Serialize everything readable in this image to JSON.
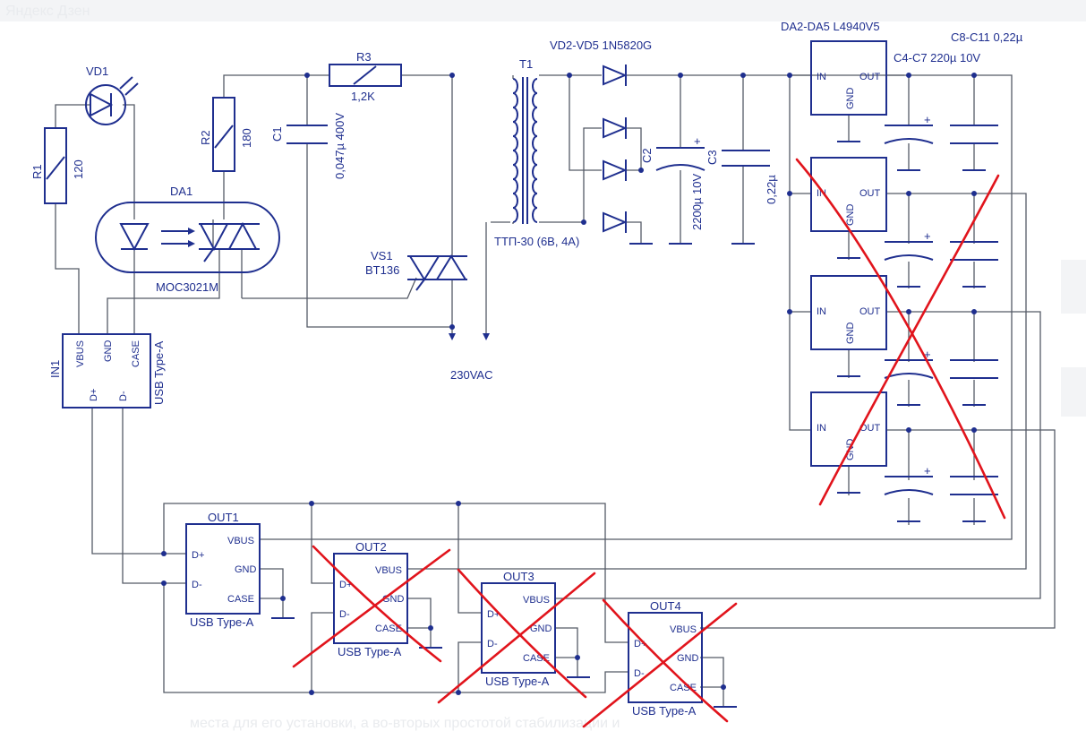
{
  "watermark": {
    "brand": "Яндекс Дзен",
    "caption": "места для его установки, а во-вторых простотой стабилизации и"
  },
  "labels": {
    "vd1": "VD1",
    "r1": "R1",
    "r1_val": "120",
    "r2": "R2",
    "r2_val": "180",
    "r3": "R3",
    "r3_val": "1,2K",
    "c1": "C1",
    "c1_val": "0,047µ 400V",
    "da1": "DA1",
    "da1_part": "MOC3021M",
    "vs1": "VS1",
    "vs1_part": "BT136",
    "mains": "230VAC",
    "t1": "T1",
    "t1_part": "ТТП-30 (6В, 4А)",
    "vd_group": "VD2-VD5 1N5820G",
    "c2": "C2",
    "c2_val": "2200µ 10V",
    "c3": "C3",
    "c3_val": "0,22µ",
    "da_group": "DA2-DA5 L4940V5",
    "c4_group": "C4-C7 220µ 10V",
    "c8_group": "C8-C11 0,22µ",
    "in1": "IN1",
    "usb_type": "USB Type-A",
    "pin_vbus": "VBUS",
    "pin_gnd": "GND",
    "pin_case": "CASE",
    "pin_dp": "D+",
    "pin_dm": "D-",
    "pin_in": "IN",
    "pin_out": "OUT",
    "plus": "+"
  },
  "regulators": [
    {
      "id": "DA2",
      "crossed": false
    },
    {
      "id": "DA3",
      "crossed": true
    },
    {
      "id": "DA4",
      "crossed": true
    },
    {
      "id": "DA5",
      "crossed": true
    }
  ],
  "outputs": [
    {
      "label": "OUT1",
      "crossed": false
    },
    {
      "label": "OUT2",
      "crossed": true
    },
    {
      "label": "OUT3",
      "crossed": true
    },
    {
      "label": "OUT4",
      "crossed": true
    }
  ],
  "colors": {
    "ink": "#1f2f8f",
    "wire": "#555a66",
    "strike": "#e1141c"
  }
}
